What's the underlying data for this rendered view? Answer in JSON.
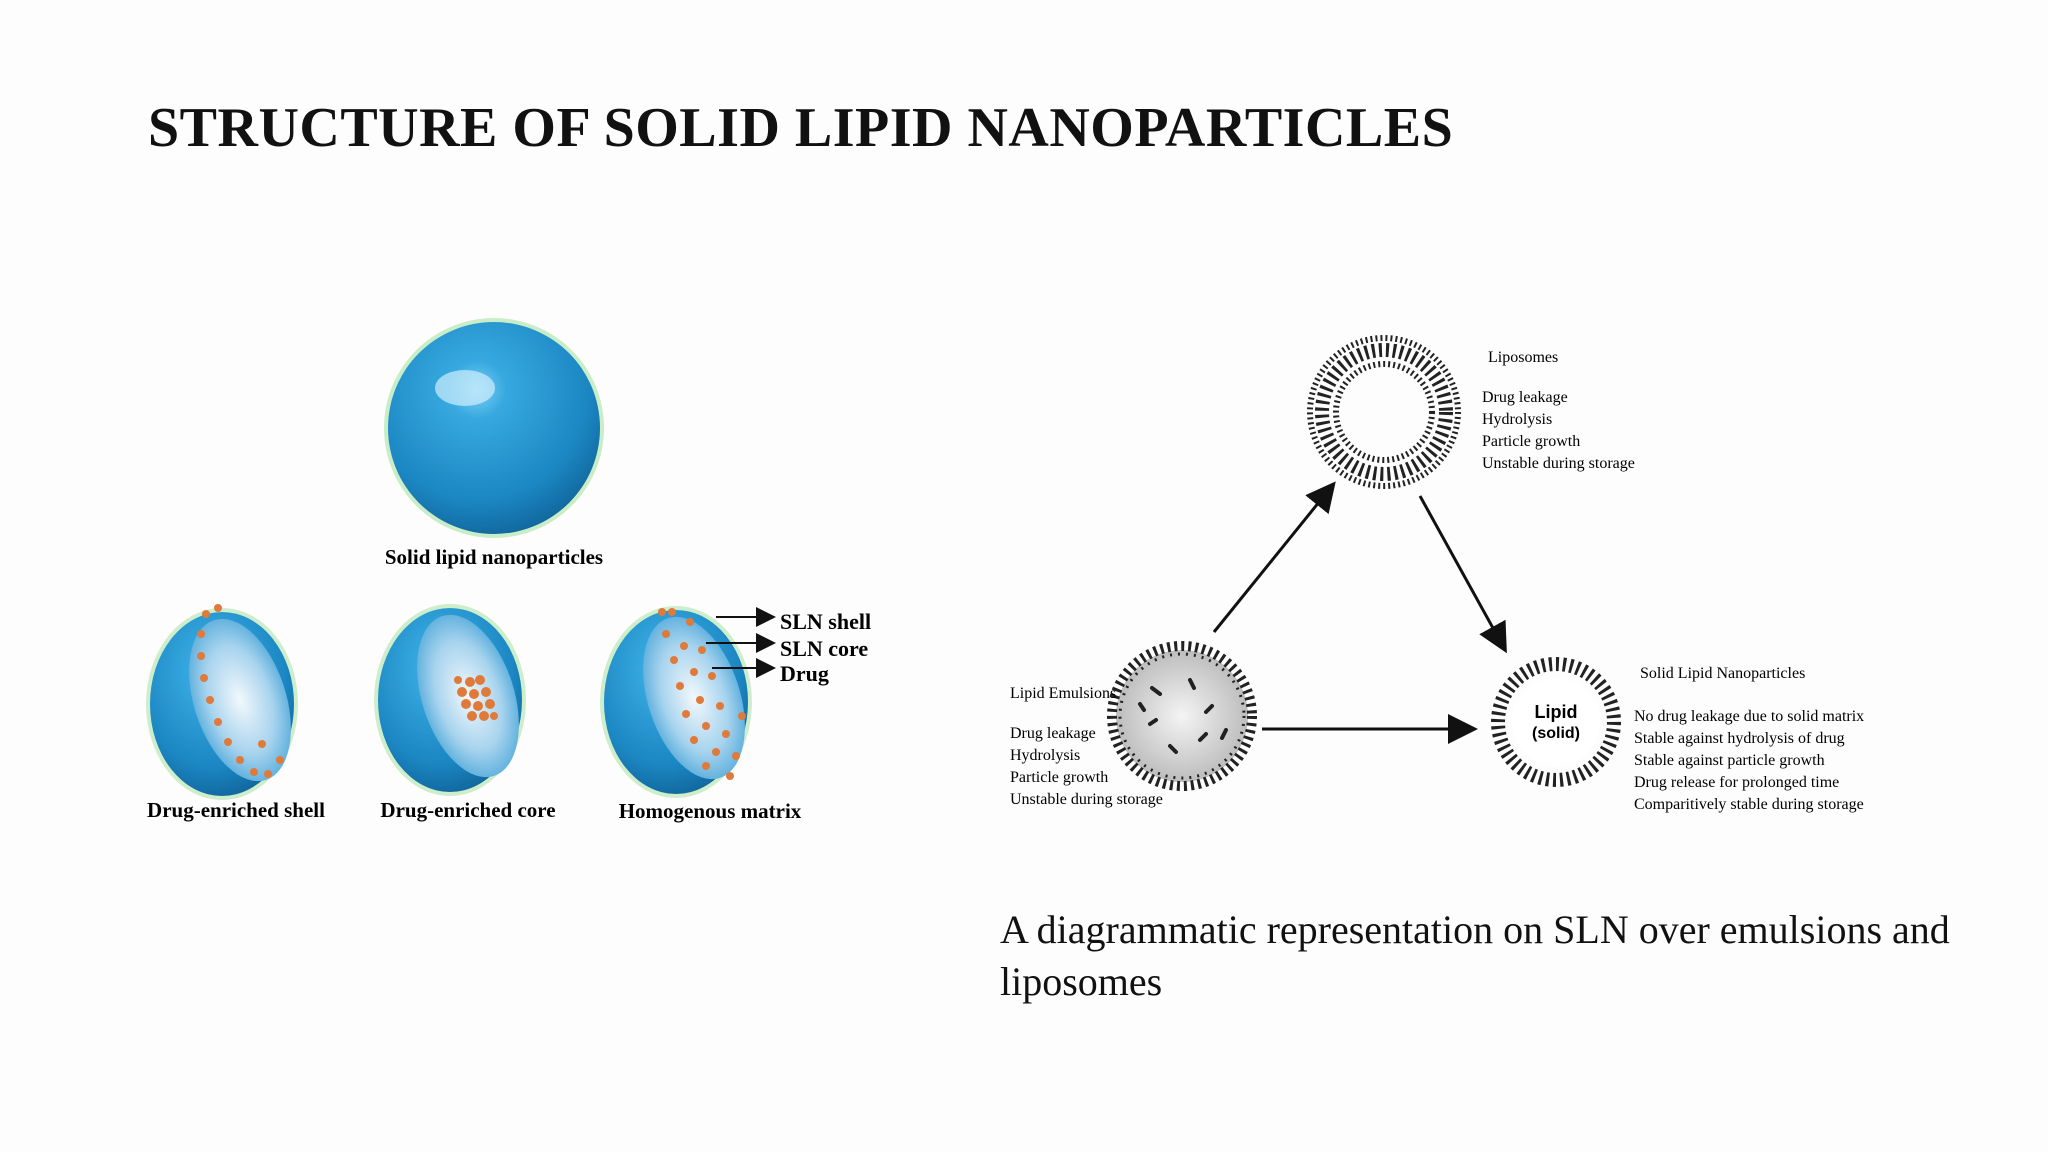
{
  "title": "STRUCTURE OF SOLID LIPID NANOPARTICLES",
  "sln_models": {
    "main_label": "Solid lipid nanoparticles",
    "models": [
      "Drug-enriched shell",
      "Drug-enriched core",
      "Homogenous matrix"
    ],
    "legend": [
      "SLN shell",
      "SLN core",
      "Drug"
    ]
  },
  "comparison": {
    "liposomes": {
      "title": "Liposomes",
      "items": [
        "Drug leakage",
        "Hydrolysis",
        "Particle growth",
        "Unstable during storage"
      ]
    },
    "emulsions": {
      "title": "Lipid Emulsions",
      "items": [
        "Drug leakage",
        "Hydrolysis",
        "Particle growth",
        "Unstable during storage"
      ]
    },
    "sln": {
      "title": "Solid Lipid Nanoparticles",
      "core_line1": "Lipid",
      "core_line2": "(solid)",
      "items": [
        "No drug leakage due to solid matrix",
        "Stable against hydrolysis of drug",
        "Stable against particle growth",
        "Drug release for prolonged time",
        "Comparitively stable during storage"
      ]
    }
  },
  "caption": "A diagrammatic representation on SLN over emulsions and liposomes",
  "colors": {
    "sphere": "#1e8fcb",
    "sphere_dark": "#0f5f93",
    "drug": "#e07a3a",
    "glow": "#8ed88a"
  }
}
